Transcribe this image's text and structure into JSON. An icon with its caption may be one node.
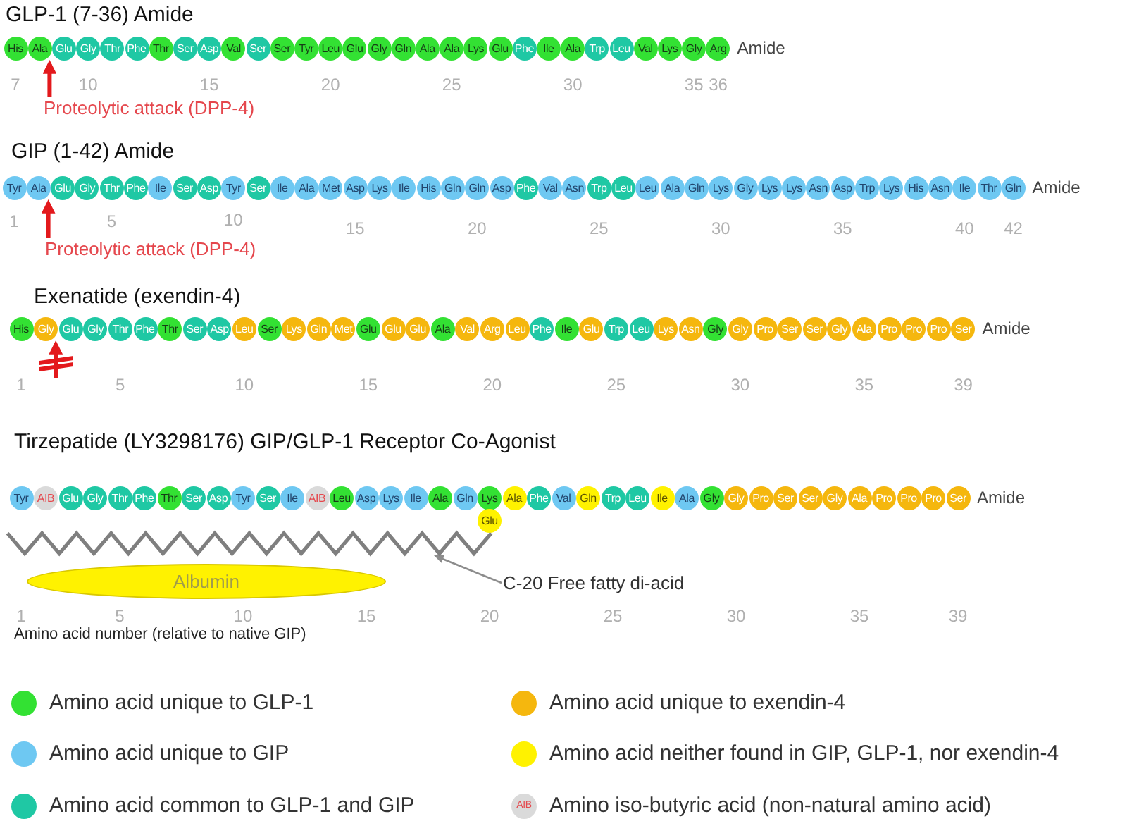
{
  "diagram": {
    "nodes": [
      {
        "text": [
          "His"
        ]
      },
      {
        "text": [
          "Ala"
        ]
      },
      {
        "text": [
          "Glu"
        ]
      },
      {
        "text": [
          "Gly"
        ]
      },
      {
        "text": [
          "Thr"
        ]
      },
      {
        "text": [
          "Phe"
        ]
      },
      {
        "text": [
          "Thr"
        ]
      },
      {
        "text": [
          "Ser"
        ]
      },
      {
        "text": [
          "Asp"
        ]
      },
      {
        "text": [
          "Val"
        ]
      },
      {
        "text": [
          "Ser"
        ]
      },
      {
        "text": [
          "Ser"
        ]
      },
      {
        "text": [
          "Tyr"
        ]
      },
      {
        "text": [
          "Leu"
        ]
      },
      {
        "text": [
          "Glu"
        ]
      },
      {
        "text": [
          "Gly"
        ]
      },
      {
        "text": [
          "Gln"
        ]
      },
      {
        "text": [
          "Ala"
        ]
      },
      {
        "text": [
          "Ala"
        ]
      },
      {
        "text": [
          "Lys"
        ]
      },
      {
        "text": [
          "Glu"
        ]
      },
      {
        "text": [
          "Phe"
        ]
      },
      {
        "text": [
          "Ile"
        ]
      },
      {
        "text": [
          "Ala"
        ]
      },
      {
        "text": [
          "Trp"
        ]
      },
      {
        "text": [
          "Leu"
        ]
      },
      {
        "text": [
          "Val"
        ]
      },
      {
        "text": [
          "Lys"
        ]
      },
      {
        "text": [
          "Gly"
        ]
      },
      {
        "text": [
          "Arg"
        ]
      },
      {
        "text": [
          "Proteolytic attack (DPP-4)"
        ]
      },
      {
        "text": [
          "Tyr"
        ]
      },
      {
        "text": [
          "Ala"
        ]
      },
      {
        "text": [
          "Glu"
        ]
      },
      {
        "text": [
          "Gly"
        ]
      },
      {
        "text": [
          "Thr"
        ]
      },
      {
        "text": [
          "Phe"
        ]
      },
      {
        "text": [
          "Ile"
        ]
      },
      {
        "text": [
          "Ser"
        ]
      },
      {
        "text": [
          "Asp"
        ]
      },
      {
        "text": [
          "Tyr"
        ]
      },
      {
        "text": [
          "Ser"
        ]
      },
      {
        "text": [
          "Ile"
        ]
      },
      {
        "text": [
          "Ala"
        ]
      },
      {
        "text": [
          "Met"
        ]
      },
      {
        "text": [
          "Asp"
        ]
      },
      {
        "text": [
          "Lys"
        ]
      },
      {
        "text": [
          "Ile"
        ]
      },
      {
        "text": [
          "His"
        ]
      },
      {
        "text": [
          "Gln"
        ]
      },
      {
        "text": [
          "Gln"
        ]
      },
      {
        "text": [
          "Asp"
        ]
      },
      {
        "text": [
          "Phe"
        ]
      },
      {
        "text": [
          "Val"
        ]
      },
      {
        "text": [
          "Asn"
        ]
      },
      {
        "text": [
          "Trp"
        ]
      },
      {
        "text": [
          "Leu"
        ]
      },
      {
        "text": [
          "Leu"
        ]
      },
      {
        "text": [
          "Ala"
        ]
      },
      {
        "text": [
          "Gln"
        ]
      },
      {
        "text": [
          "Lys"
        ]
      },
      {
        "text": [
          "Gly"
        ]
      },
      {
        "text": [
          "Lys"
        ]
      },
      {
        "text": [
          "Lys"
        ]
      },
      {
        "text": [
          "Asn"
        ]
      },
      {
        "text": [
          "Asp"
        ]
      },
      {
        "text": [
          "Trp"
        ]
      },
      {
        "text": [
          "Lys"
        ]
      },
      {
        "text": [
          "His"
        ]
      },
      {
        "text": [
          "Asn"
        ]
      },
      {
        "text": [
          "Ile"
        ]
      },
      {
        "text": [
          "Thr"
        ]
      },
      {
        "text": [
          "Gln"
        ]
      },
      {
        "text": [
          "Proteolytic attack (DPP-4)"
        ]
      },
      {
        "text": [
          "His"
        ]
      },
      {
        "text": [
          "Gly"
        ]
      },
      {
        "text": [
          "Glu"
        ]
      },
      {
        "text": [
          "Gly"
        ]
      },
      {
        "text": [
          "Thr"
        ]
      },
      {
        "text": [
          "Phe"
        ]
      },
      {
        "text": [
          "Thr"
        ]
      },
      {
        "text": [
          "Ser"
        ]
      },
      {
        "text": [
          "Asp"
        ]
      },
      {
        "text": [
          "Leu"
        ]
      },
      {
        "text": [
          "Ser"
        ]
      },
      {
        "text": [
          "Lys"
        ]
      },
      {
        "text": [
          "Gln"
        ]
      },
      {
        "text": [
          "Met"
        ]
      },
      {
        "text": [
          "Glu"
        ]
      },
      {
        "text": [
          "Glu"
        ]
      },
      {
        "text": [
          "Glu"
        ]
      },
      {
        "text": [
          "Ala"
        ]
      },
      {
        "text": [
          "Val"
        ]
      },
      {
        "text": [
          "Arg"
        ]
      },
      {
        "text": [
          "Leu"
        ]
      },
      {
        "text": [
          "Phe"
        ]
      },
      {
        "text": [
          "Ile"
        ]
      },
      {
        "text": [
          "Glu"
        ]
      },
      {
        "text": [
          "Trp"
        ]
      },
      {
        "text": [
          "Leu"
        ]
      },
      {
        "text": [
          "Lys"
        ]
      },
      {
        "text": [
          "Asn"
        ]
      },
      {
        "text": [
          "Gly"
        ]
      },
      {
        "text": [
          "Gly"
        ]
      },
      {
        "text": [
          "Pro"
        ]
      },
      {
        "text": [
          "Ser"
        ]
      },
      {
        "text": [
          "Ser"
        ]
      },
      {
        "text": [
          "Gly"
        ]
      },
      {
        "text": [
          "Ala"
        ]
      },
      {
        "text": [
          "Pro"
        ]
      },
      {
        "text": [
          "Pro"
        ]
      },
      {
        "text": [
          "Pro"
        ]
      },
      {
        "text": [
          "Ser"
        ]
      },
      {
        "text": [
          "Tyr"
        ]
      },
      {
        "text": [
          "AIB"
        ]
      },
      {
        "text": [
          "Glu"
        ]
      },
      {
        "text": [
          "Gly"
        ]
      },
      {
        "text": [
          "Thr"
        ]
      },
      {
        "text": [
          "Phe"
        ]
      },
      {
        "text": [
          "Thr"
        ]
      },
      {
        "text": [
          "Ser"
        ]
      },
      {
        "text": [
          "Asp"
        ]
      },
      {
        "text": [
          "Tyr"
        ]
      },
      {
        "text": [
          "Ser"
        ]
      },
      {
        "text": [
          "Ile"
        ]
      },
      {
        "text": [
          "AIB"
        ]
      },
      {
        "text": [
          "Leu"
        ]
      },
      {
        "text": [
          "Asp"
        ]
      },
      {
        "text": [
          "Lys"
        ]
      },
      {
        "text": [
          "Ile"
        ]
      },
      {
        "text": [
          "Ala"
        ]
      },
      {
        "text": [
          "Gln"
        ]
      },
      {
        "text": [
          "Lys"
        ]
      },
      {
        "text": [
          "Ala"
        ]
      },
      {
        "text": [
          "Phe"
        ]
      },
      {
        "text": [
          "Val"
        ]
      },
      {
        "text": [
          "Gln"
        ]
      },
      {
        "text": [
          "Trp"
        ]
      },
      {
        "text": [
          "Leu"
        ]
      },
      {
        "text": [
          "Ile"
        ]
      },
      {
        "text": [
          "Ala"
        ]
      },
      {
        "text": [
          "Gly"
        ]
      },
      {
        "text": [
          "Gly"
        ]
      },
      {
        "text": [
          "Pro"
        ]
      },
      {
        "text": [
          "Ser"
        ]
      },
      {
        "text": [
          "Ser"
        ]
      },
      {
        "text": [
          "Gly"
        ]
      },
      {
        "text": [
          "Ala"
        ]
      },
      {
        "text": [
          "Pro"
        ]
      },
      {
        "text": [
          "Pro"
        ]
      },
      {
        "text": [
          "Pro"
        ]
      },
      {
        "text": [
          "Ser"
        ]
      },
      {
        "text": [
          "Glu"
        ]
      },
      {
        "text": [],
        "shape": "zigzag"
      },
      {
        "text": [
          "Albumin"
        ]
      },
      {
        "text": [
          "C-20 Free fatty di-acid"
        ]
      }
    ],
    "edges": [
      {
        "from": 30,
        "to": 1,
        "arrow": "to"
      },
      {
        "from": 73,
        "to": 32,
        "arrow": "to"
      },
      {
        "from": null,
        "to": 75,
        "arrow": "to"
      },
      {
        "from": 155,
        "to": 153,
        "arrow": "to",
        "color": "#8c8c8c"
      }
    ],
    "labels": [
      "GLP-1 (7-36) Amide",
      "Amide",
      "7",
      "10",
      "15",
      "20",
      "25",
      "30",
      "35",
      "36",
      "GIP (1-42) Amide",
      "Amide",
      "1",
      "5",
      "10",
      "15",
      "20",
      "25",
      "30",
      "35",
      "40",
      "42",
      "Exenatide (exendin-4)",
      "Amide",
      "1",
      "5",
      "10",
      "15",
      "20",
      "25",
      "30",
      "35",
      "39",
      "Tirzepatide (LY3298176) GIP/GLP-1 Receptor Co-Agonist",
      "Amide",
      "1",
      "5",
      "10",
      "15",
      "20",
      "25",
      "30",
      "35",
      "39",
      "Amino acid number (relative to native GIP)",
      "AIB"
    ],
    "legend": [
      {
        "text": "Amino acid unique to GLP-1",
        "color": "#33e133"
      },
      {
        "text": "Amino acid unique to exendin-4",
        "color": "#f5b70e"
      },
      {
        "text": "Amino acid unique to GIP",
        "color": "#6ec8f2"
      },
      {
        "text": "Amino acid neither found in GIP, GLP-1, nor exendin-4",
        "color": "#fff200"
      },
      {
        "text": "Amino acid common to GLP-1 and GIP",
        "color": "#1fc8a4"
      },
      {
        "text": "Amino iso-butyric acid (non-natural amino acid)",
        "color": "#dadada"
      }
    ]
  }
}
